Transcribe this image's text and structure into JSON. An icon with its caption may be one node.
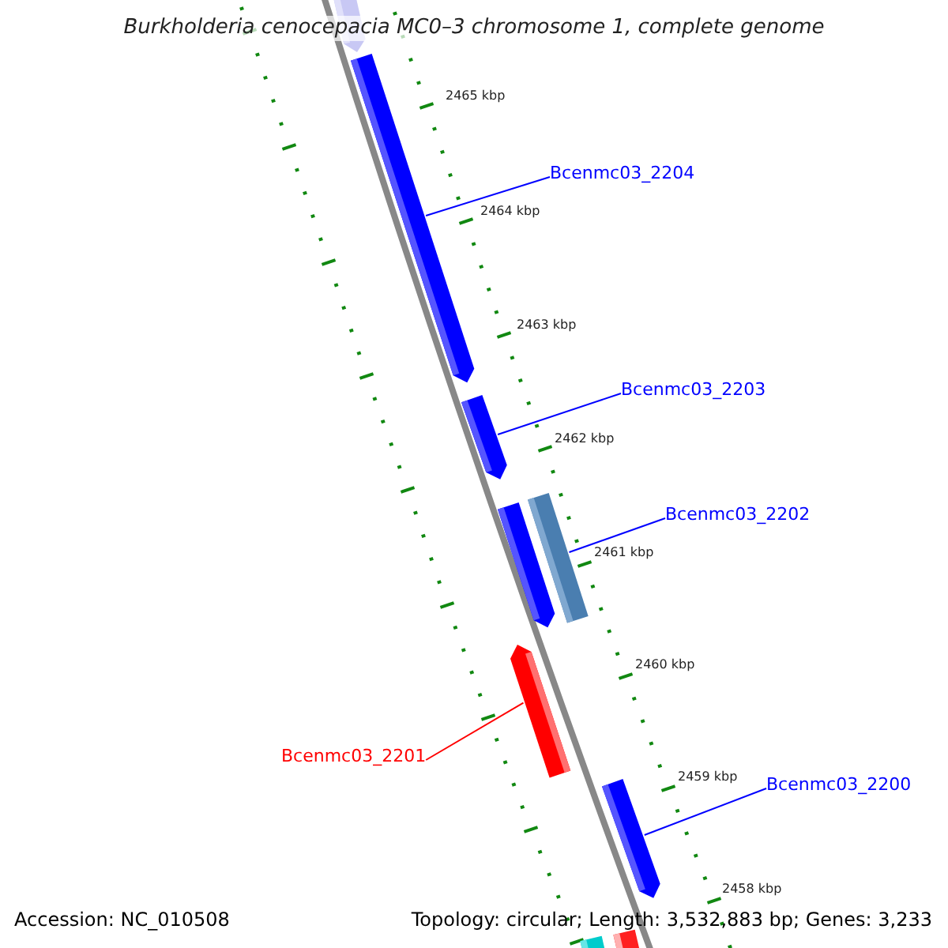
{
  "diagram": {
    "title": "Burkholderia cenocepacia MC0–3 chromosome 1, complete genome",
    "nodes": [
      {
        "text": [],
        "shape": "bar"
      },
      {
        "text": [],
        "shape": "bar"
      },
      {
        "text": [],
        "shape": "bar"
      },
      {
        "text": [],
        "shape": "bar"
      },
      {
        "text": [],
        "shape": "bar"
      },
      {
        "text": [],
        "shape": "bar"
      },
      {
        "text": [
          "Bcenmc03_2204"
        ]
      },
      {
        "text": [
          "Bcenmc03_2203"
        ]
      },
      {
        "text": [
          "Bcenmc03_2202"
        ]
      },
      {
        "text": [
          "Bcenmc03_2201"
        ]
      },
      {
        "text": [
          "Bcenmc03_2200"
        ]
      }
    ],
    "edges": [
      {
        "from": 6,
        "to": 0,
        "arrow": "none"
      },
      {
        "from": 7,
        "to": 1,
        "arrow": "none"
      },
      {
        "from": 8,
        "to": 3,
        "arrow": "none"
      },
      {
        "from": 9,
        "to": 4,
        "arrow": "none",
        "color": "#ff0000"
      },
      {
        "from": 10,
        "to": 5,
        "arrow": "none"
      }
    ],
    "labels": [
      "2465 kbp",
      "2464 kbp",
      "2463 kbp",
      "2462 kbp",
      "2461 kbp",
      "2460 kbp",
      "2459 kbp",
      "2458 kbp",
      "Accession: NC_010508",
      "Topology: circular; Length: 3,532,883 bp; Genes: 3,233"
    ]
  }
}
